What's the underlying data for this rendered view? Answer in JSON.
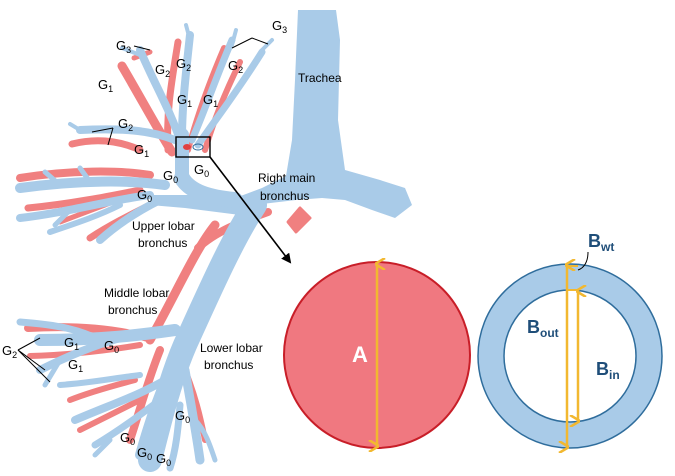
{
  "colors": {
    "airway_blue": "#a9cbe8",
    "artery_red": "#f08080",
    "circle_red": "#f07880",
    "circle_red_edge": "#c81e28",
    "wall_blue": "#a9cbe8",
    "wall_edge": "#2f6d9c",
    "arrow_gold": "#f2b830",
    "label_blue": "#1f4e79"
  },
  "labels": {
    "trachea": "Trachea",
    "right_main_line1": "Right main",
    "right_main_line2": "bronchus",
    "upper_lobar_line1": "Upper lobar",
    "upper_lobar_line2": "bronchus",
    "middle_lobar_line1": "Middle lobar",
    "middle_lobar_line2": "bronchus",
    "lower_lobar_line1": "Lower lobar",
    "lower_lobar_line2": "bronchus"
  },
  "generations": [
    {
      "letter": "G",
      "sub": "3"
    },
    {
      "letter": "G",
      "sub": "3"
    },
    {
      "letter": "G",
      "sub": "2"
    },
    {
      "letter": "G",
      "sub": "2"
    },
    {
      "letter": "G",
      "sub": "2"
    },
    {
      "letter": "G",
      "sub": "1"
    },
    {
      "letter": "G",
      "sub": "1"
    },
    {
      "letter": "G",
      "sub": "1"
    },
    {
      "letter": "G",
      "sub": "2"
    },
    {
      "letter": "G",
      "sub": "1"
    },
    {
      "letter": "G",
      "sub": "0"
    },
    {
      "letter": "G",
      "sub": "0"
    },
    {
      "letter": "G",
      "sub": "0"
    },
    {
      "letter": "G",
      "sub": "2"
    },
    {
      "letter": "G",
      "sub": "1"
    },
    {
      "letter": "G",
      "sub": "0"
    },
    {
      "letter": "G",
      "sub": "1"
    },
    {
      "letter": "G",
      "sub": "0"
    },
    {
      "letter": "G",
      "sub": "0"
    },
    {
      "letter": "G",
      "sub": "0"
    },
    {
      "letter": "G",
      "sub": "0"
    }
  ],
  "measures": {
    "artery": "A",
    "airway_wall": {
      "letter": "B",
      "sub": "wt"
    },
    "airway_outer": {
      "letter": "B",
      "sub": "out"
    },
    "airway_inner": {
      "letter": "B",
      "sub": "in"
    }
  }
}
